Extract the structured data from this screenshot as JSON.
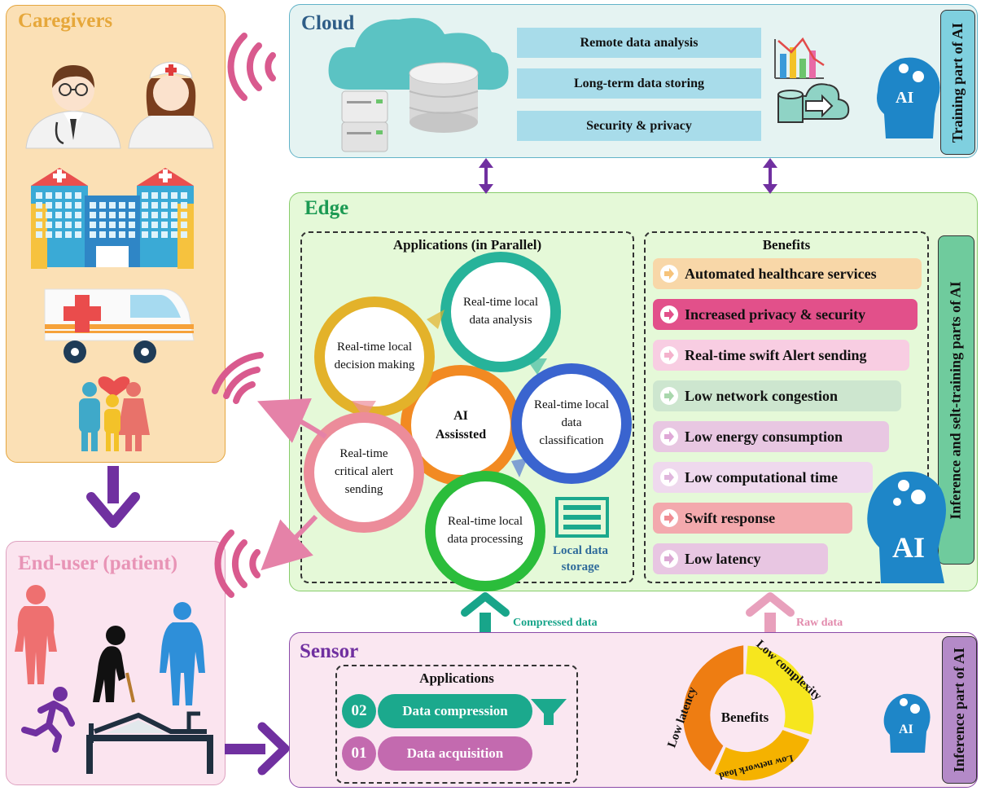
{
  "caregivers": {
    "title": "Caregivers"
  },
  "end_user": {
    "title": "End-user (patient)"
  },
  "cloud": {
    "title": "Cloud",
    "items": [
      "Remote data analysis",
      "Long-term data storing",
      "Security & privacy"
    ],
    "side_label": "Training part of AI",
    "ai_label": "AI"
  },
  "edge": {
    "title": "Edge",
    "apps_title": "Applications (in Parallel)",
    "center": "AI Assissted",
    "circles": [
      {
        "text": "Real-time local decision making",
        "color": "#e3b22a"
      },
      {
        "text": "Real-time local data analysis",
        "color": "#27b39a"
      },
      {
        "text": "Real-time local data classification",
        "color": "#3a64cf"
      },
      {
        "text": "Real-time local data processing",
        "color": "#2bbd3b"
      },
      {
        "text": "Real-time critical alert sending",
        "color": "#ec8c9a"
      }
    ],
    "storage_label": "Local data storage",
    "benefits_title": "Benefits",
    "benefits": [
      {
        "text": "Automated healthcare services",
        "color": "#f8d7a8",
        "arrow": "#f6c37a"
      },
      {
        "text": "Increased privacy & security",
        "color": "#e2508a",
        "arrow": "#e2508a"
      },
      {
        "text": "Real-time swift Alert sending",
        "color": "#f8cde2",
        "arrow": "#f4b2cc"
      },
      {
        "text": "Low network congestion",
        "color": "#cde6cf",
        "arrow": "#a9d7ad"
      },
      {
        "text": "Low energy consumption",
        "color": "#e8c7e2",
        "arrow": "#dfa9d7"
      },
      {
        "text": "Low computational time",
        "color": "#efd9ee",
        "arrow": "#e0b7dd"
      },
      {
        "text": "Swift response",
        "color": "#f3a9ad",
        "arrow": "#f08c93"
      },
      {
        "text": "Low latency",
        "color": "#e8c6e2",
        "arrow": "#dca8d4"
      }
    ],
    "side_label": "Inference and selt-training parts of AI",
    "ai_label": "AI"
  },
  "sensor": {
    "title": "Sensor",
    "apps_title": "Applications",
    "apps": [
      {
        "num": "02",
        "text": "Data compression",
        "color": "#1ba98d"
      },
      {
        "num": "01",
        "text": "Data acquisition",
        "color": "#c36aaf"
      }
    ],
    "benefits_center": "Benefits",
    "ring": [
      "Low latency",
      "Low complexity",
      "Low network load"
    ],
    "side_label": "Inference part of AI",
    "ai_label": "AI"
  },
  "arrows": {
    "compressed": "Compressed data",
    "raw": "Raw data"
  },
  "colors": {
    "purple": "#7030a0",
    "teal": "#18a58a",
    "pink": "#e8a0bc",
    "wave": "#d95a8e"
  }
}
